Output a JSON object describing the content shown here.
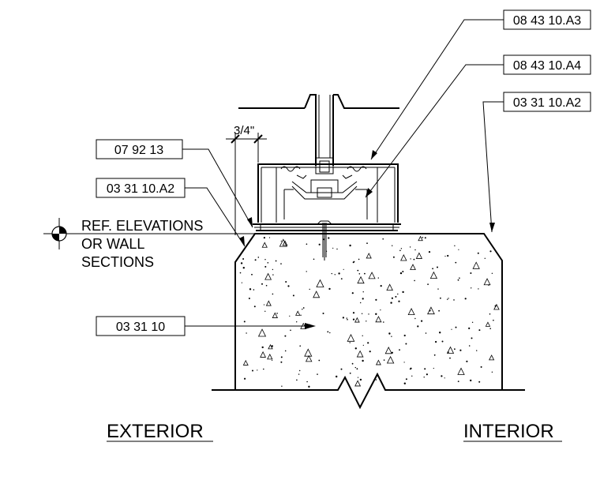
{
  "tags": {
    "t1": "08 43 10.A3",
    "t2": "08 43 10.A4",
    "t3": "03 31 10.A2",
    "t4": "07 92 13",
    "t5": "03 31 10.A2",
    "t6": "03 31 10"
  },
  "reference_note": {
    "line1": "REF. ELEVATIONS",
    "line2": "OR WALL",
    "line3": "SECTIONS"
  },
  "dimension": "3/4\"",
  "captions": {
    "exterior": "EXTERIOR",
    "interior": "INTERIOR"
  }
}
